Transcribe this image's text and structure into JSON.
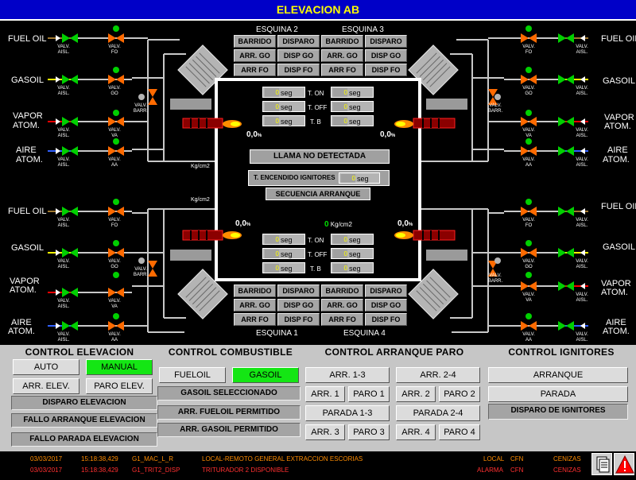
{
  "title": "ELEVACION AB",
  "corners": {
    "c2": "ESQUINA 2",
    "c3": "ESQUINA 3",
    "c1": "ESQUINA 1",
    "c4": "ESQUINA 4"
  },
  "corner_buttons": {
    "barrido": "BARRIDO",
    "disparo": "DISPARO",
    "arr_go": "ARR. GO",
    "disp_go": "DISP GO",
    "arr_fo": "ARR FO",
    "disp_fo": "DISP FO"
  },
  "fuels": {
    "fuel_oil": "FUEL OIL",
    "gasoil": "GASOIL",
    "vapor_1": "VAPOR",
    "vapor_2": "ATOM.",
    "aire_1": "AIRE",
    "aire_2": "ATOM."
  },
  "valves": {
    "valv": "VALV.",
    "aisl": "AISL.",
    "fo": "FO",
    "go": "GO",
    "va": "VA",
    "aa": "AA",
    "barr": "BARR."
  },
  "timers": {
    "value": "0",
    "unit": "seg",
    "t_on": "T. ON",
    "t_off": "T. OFF",
    "t_b": "T. B"
  },
  "readings": {
    "pct_value": "0,0",
    "pct_unit": "%",
    "kg_value": "0",
    "kg_unit": "Kg/cm2"
  },
  "center": {
    "flame_status": "LLAMA NO DETECTADA",
    "ign_time_label": "T. ENCENDIDO IGNITORES",
    "ign_time_value": "0",
    "ign_time_unit": "seg",
    "sequence": "SECUENCIA ARRANQUE"
  },
  "panel": {
    "elev": {
      "title": "CONTROL ELEVACION",
      "auto": "AUTO",
      "manual": "MANUAL",
      "arr_elev": "ARR. ELEV.",
      "paro_elev": "PARO ELEV.",
      "disparo": "DISPARO ELEVACION",
      "fallo_arranque": "FALLO ARRANQUE ELEVACION",
      "fallo_parada": "FALLO PARADA ELEVACION"
    },
    "comb": {
      "title": "CONTROL COMBUSTIBLE",
      "fueloil": "FUELOIL",
      "gasoil": "GASOIL",
      "gasoil_sel": "GASOIL SELECCIONADO",
      "arr_fueloil": "ARR. FUELOIL PERMITIDO",
      "arr_gasoil": "ARR. GASOIL PERMITIDO"
    },
    "arr": {
      "title": "CONTROL ARRANQUE PARO",
      "arr13": "ARR. 1-3",
      "arr24": "ARR. 2-4",
      "arr1": "ARR. 1",
      "paro1": "PARO 1",
      "arr2": "ARR. 2",
      "paro2": "PARO 2",
      "parada13": "PARADA 1-3",
      "parada24": "PARADA 2-4",
      "arr3": "ARR. 3",
      "paro3": "PARO 3",
      "arr4": "ARR. 4",
      "paro4": "PARO 4"
    },
    "ign": {
      "title": "CONTROL IGNITORES",
      "arranque": "ARRANQUE",
      "parada": "PARADA",
      "disparo": "DISPARO DE IGNITORES"
    }
  },
  "alarms": [
    {
      "date": "03/03/2017",
      "time": "15:18:38,429",
      "tag": "G1_MAC_L_R",
      "desc": "LOCAL-REMOTO GENERAL EXTRACCION ESCORIAS",
      "state": "LOCAL",
      "cfn": "CFN",
      "area": "CENIZAS",
      "color": "#ff8c00"
    },
    {
      "date": "03/03/2017",
      "time": "15:18:38,429",
      "tag": "G1_TRIT2_DISP",
      "desc": "TRITURADOR 2 DISPONIBLE",
      "state": "ALARMA",
      "cfn": "CFN",
      "area": "CENIZAS",
      "color": "#ff3030"
    }
  ],
  "colors": {
    "accent_blue": "#0000c8",
    "title_yellow": "#ffff00",
    "valve_green": "#00d000",
    "valve_orange": "#ff6a00",
    "active_green": "#14e614",
    "fuel_line_fo": "#a07830",
    "fuel_line_go": "#ffff00",
    "fuel_line_va": "#ff0000",
    "fuel_line_aa": "#3060ff"
  }
}
